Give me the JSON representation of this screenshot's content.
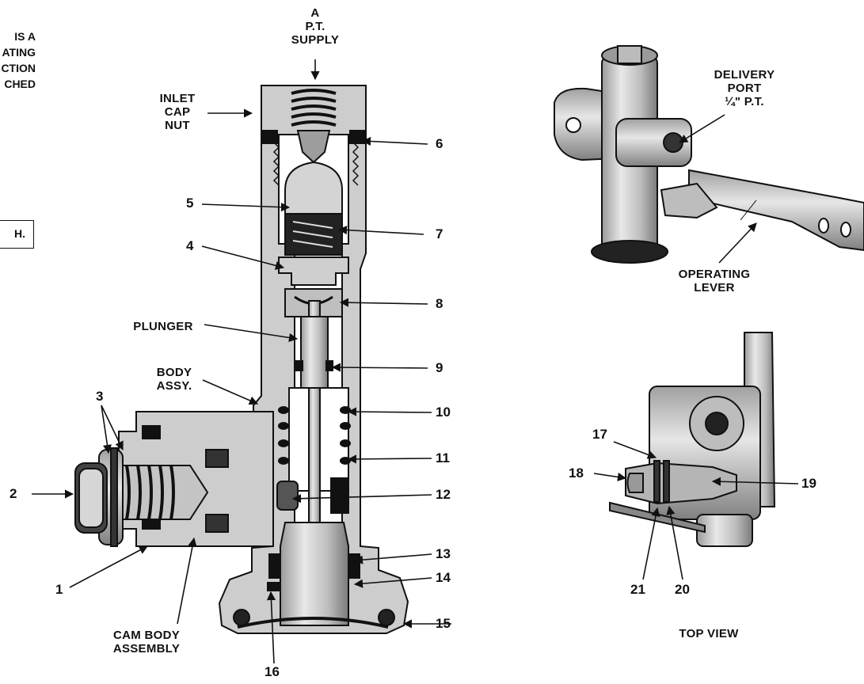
{
  "left_fragment": {
    "lines": [
      "IS A",
      "ATING",
      "CTION",
      "CHED"
    ],
    "box_text": "H."
  },
  "top_labels": {
    "supply": [
      "A",
      "P.T.",
      "SUPPLY"
    ],
    "inlet_cap_nut": [
      "INLET",
      "CAP",
      "NUT"
    ],
    "plunger": "PLUNGER",
    "body_assy": [
      "BODY",
      "ASSY."
    ],
    "cam_body_assembly": [
      "CAM BODY",
      "ASSEMBLY"
    ]
  },
  "numbers": {
    "n1": "1",
    "n2": "2",
    "n3": "3",
    "n4": "4",
    "n5": "5",
    "n6": "6",
    "n7": "7",
    "n8": "8",
    "n9": "9",
    "n10": "10",
    "n11": "11",
    "n12": "12",
    "n13": "13",
    "n14": "14",
    "n15": "15",
    "n16": "16",
    "n17": "17",
    "n18": "18",
    "n19": "19",
    "n20": "20",
    "n21": "21"
  },
  "right_labels": {
    "delivery_port": [
      "DELIVERY",
      "PORT",
      "¼\" P.T."
    ],
    "operating_lever": [
      "OPERATING",
      "LEVER"
    ],
    "top_view": "TOP VIEW"
  },
  "colors": {
    "metal": "#cfcfcf",
    "metal_dark": "#8a8a8a",
    "ink": "#111111",
    "cutaway": "#ffffff"
  }
}
